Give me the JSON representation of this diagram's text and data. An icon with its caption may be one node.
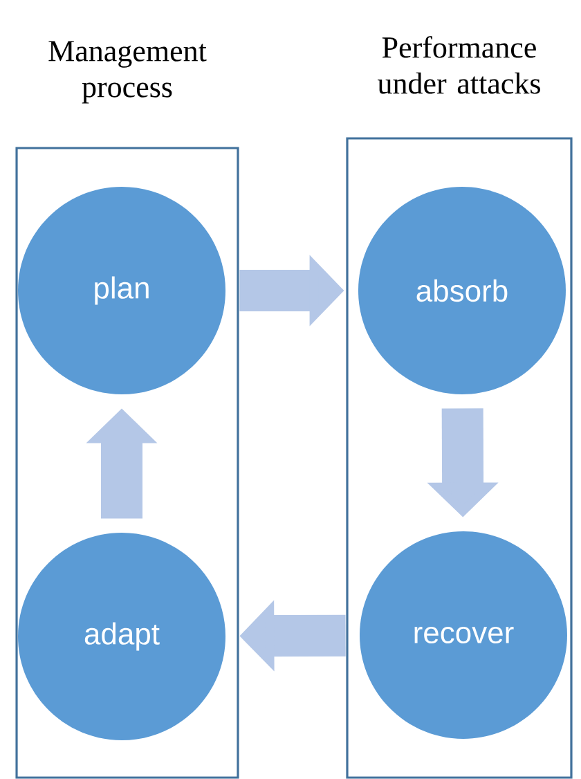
{
  "diagram": {
    "nodes": [
      {
        "text": [
          "Management process"
        ]
      },
      {
        "text": [
          "plan"
        ],
        "in": 0
      },
      {
        "text": [
          "adapt"
        ],
        "in": 0
      },
      {
        "text": [
          "Performance under attacks"
        ]
      },
      {
        "text": [
          "absorb"
        ],
        "in": 3
      },
      {
        "text": [
          "recover"
        ],
        "in": 3
      }
    ],
    "edges": [
      {
        "from": 1,
        "to": 4,
        "arrow": "to"
      },
      {
        "from": 4,
        "to": 5,
        "arrow": "to"
      },
      {
        "from": 5,
        "to": 2,
        "arrow": "to"
      },
      {
        "from": 2,
        "to": 1,
        "arrow": "to"
      }
    ]
  }
}
